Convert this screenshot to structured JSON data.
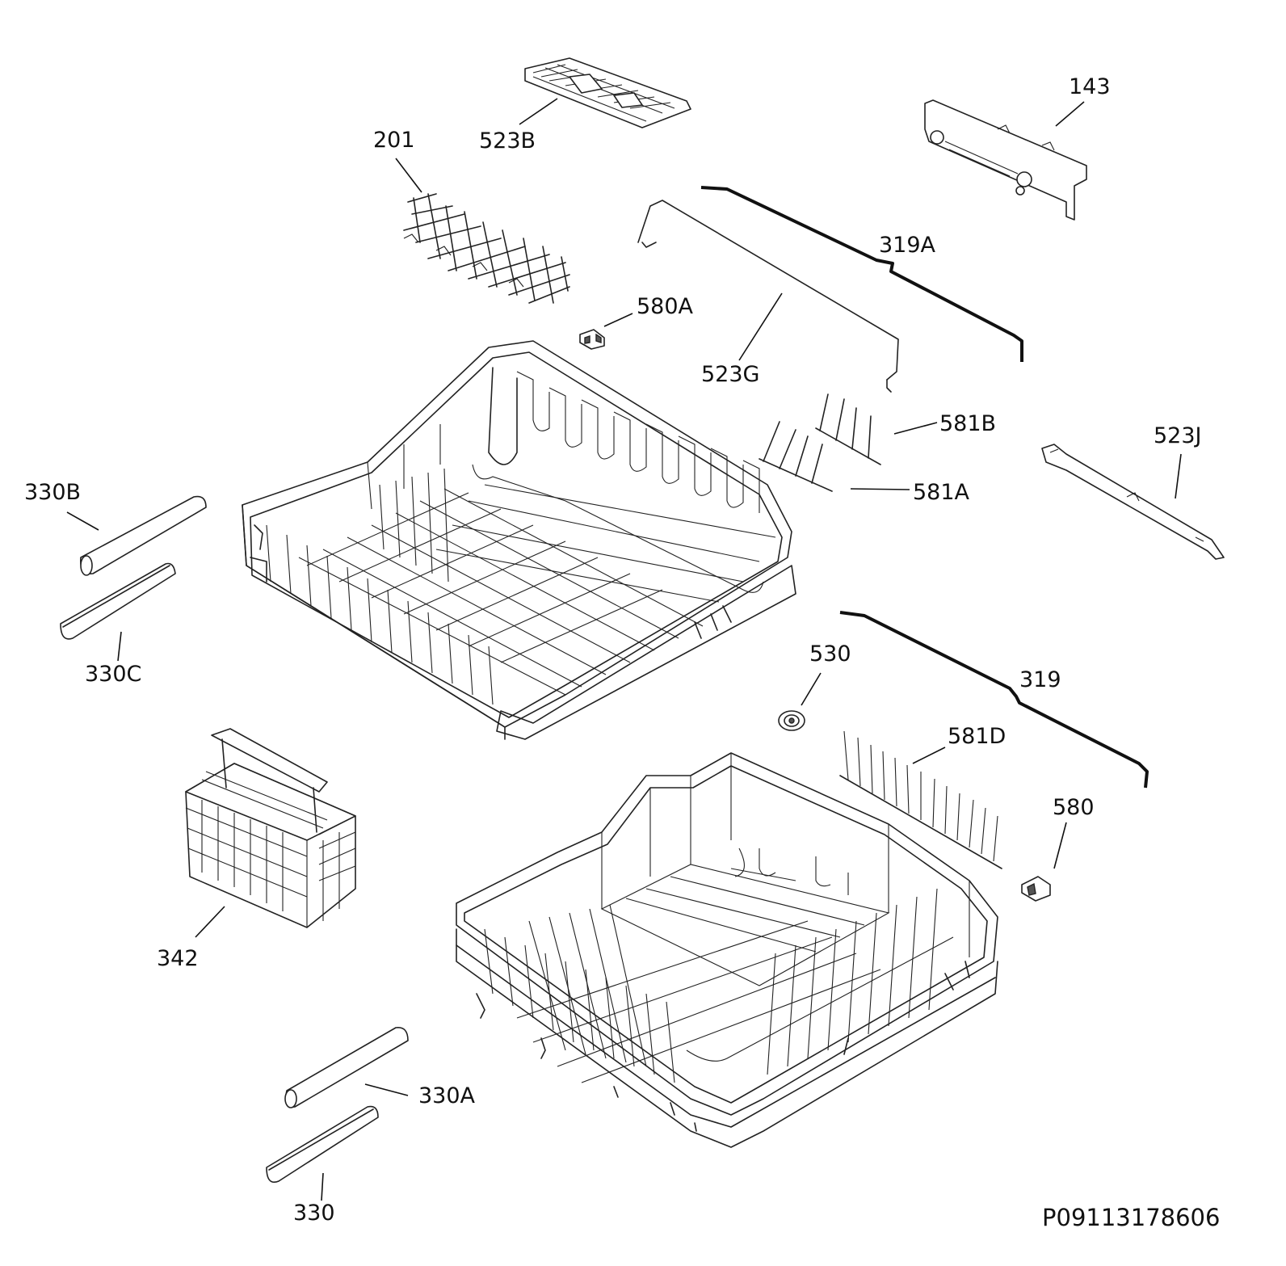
{
  "diagram": {
    "part_labels": {
      "p523B": "523B",
      "p201": "201",
      "p143": "143",
      "p319A": "319A",
      "p580A": "580A",
      "p523G": "523G",
      "p581B": "581B",
      "p581A": "581A",
      "p523J": "523J",
      "p330B": "330B",
      "p330C": "330C",
      "p530": "530",
      "p319": "319",
      "p581D": "581D",
      "p580": "580",
      "p342": "342",
      "p330A": "330A",
      "p330": "330"
    },
    "drawing_code": "P09113178606"
  }
}
